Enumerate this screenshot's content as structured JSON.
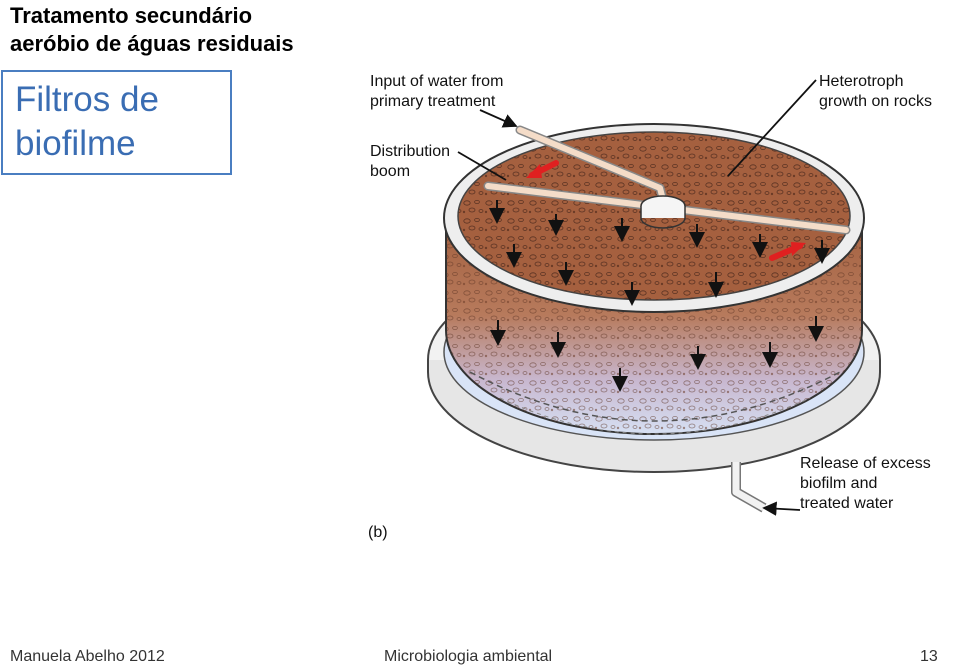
{
  "slide": {
    "title_line1": "Tratamento secundário",
    "title_line2": "aeróbio de águas residuais",
    "box_line1": "Filtros de",
    "box_line2": "biofilme"
  },
  "figure": {
    "label_input_1": "Input of water from",
    "label_input_2": "primary treatment",
    "label_hetero_1": "Heterotroph",
    "label_hetero_2": "growth on rocks",
    "label_boom_1": "Distribution",
    "label_boom_2": "boom",
    "label_release_1": "Release of excess",
    "label_release_2": "biofilm and",
    "label_release_3": "treated water",
    "panel_label": "(b)"
  },
  "footer": {
    "author": "Manuela Abelho 2012",
    "course": "Microbiologia ambiental",
    "page": "13"
  },
  "colors": {
    "title_box_border": "#4a7ec1",
    "title_box_text": "#3a6db3",
    "rock_bed": "#a86a4a",
    "water_blue": "#c9d8f0",
    "flow_arrow_red": "#e02020"
  }
}
